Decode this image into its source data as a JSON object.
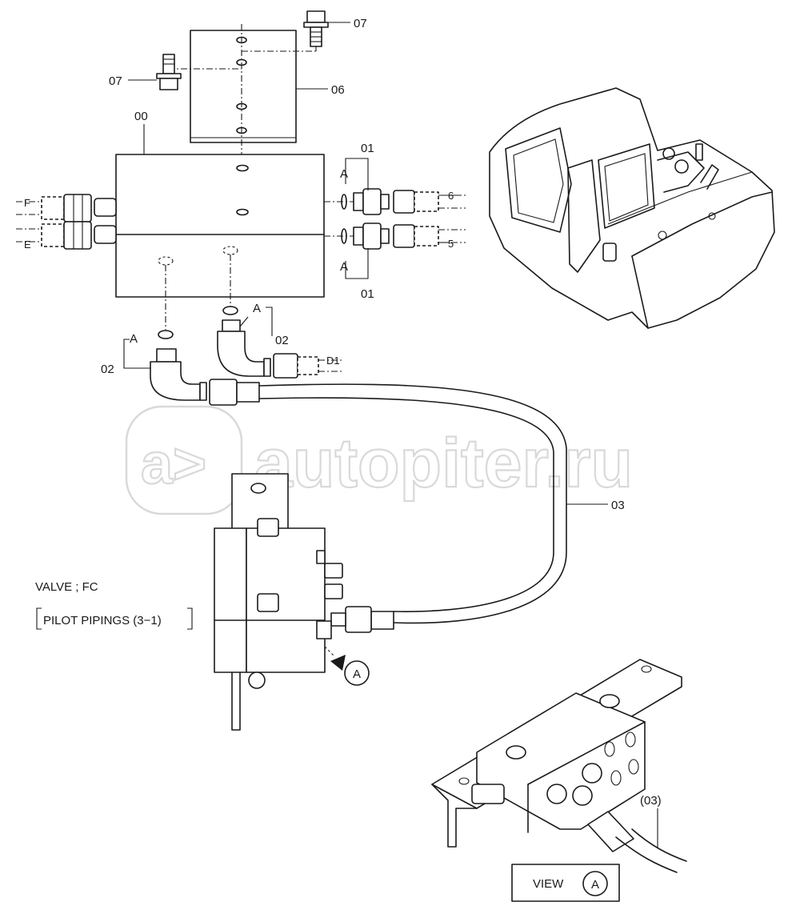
{
  "watermark": {
    "text": "autopiter.ru",
    "logo_glyph": "a>"
  },
  "part_labels": {
    "p00": "00",
    "p01_top": "01",
    "p01_bottom": "01",
    "p02_right": "02",
    "p02_left": "02",
    "p03": "03",
    "p05": "5",
    "p06_ref": "6",
    "p06": "06",
    "p07_top": "07",
    "p07_left": "07",
    "line_f": "F",
    "line_e": "E",
    "line_d1": "D1",
    "a_top": "A",
    "a_bottom": "A",
    "a_right": "A",
    "a_left": "A",
    "view_ref": "(03)"
  },
  "caption": {
    "line1": "VALVE ; FC",
    "line2": "PILOT PIPINGS (3−1)"
  },
  "view_callout": {
    "letter": "A"
  },
  "view_box": {
    "label": "VIEW",
    "letter": "A"
  }
}
